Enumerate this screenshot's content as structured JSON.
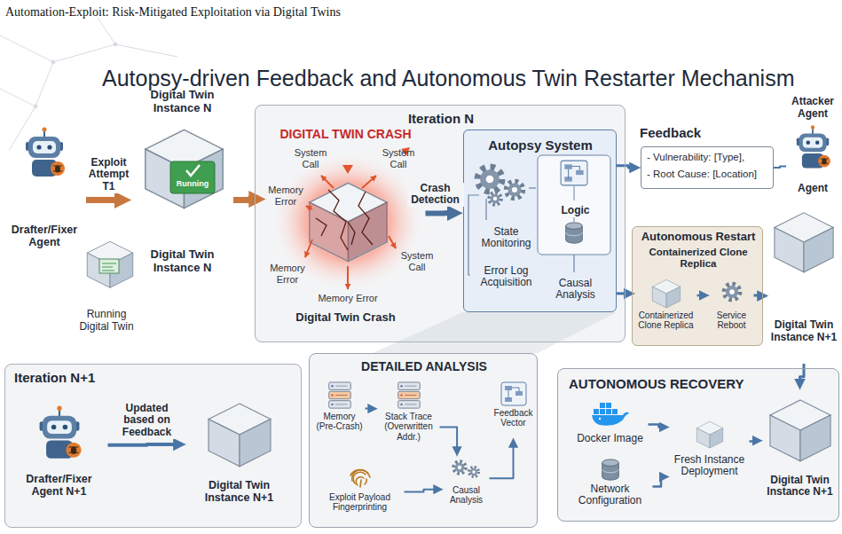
{
  "diagram": {
    "title": "Autopsy-driven Feedback and Autonomous Twin Restarter Mechanism",
    "caption": "Automation-Exploit: Risk-Mitigated Exploitation via Digital Twins",
    "nodes": [
      {
        "text": [
          "Drafter/Fixer Agent"
        ]
      },
      {
        "text": [
          "Digital Twin Instance N",
          "Running",
          "Digital Twin Instance N"
        ]
      },
      {
        "text": [
          "Running Digital Twin"
        ]
      },
      {
        "text": [
          "Iteration N"
        ]
      },
      {
        "text": [
          "DIGITAL TWIN CRASH",
          "Digital Twin Crash"
        ],
        "in": 3
      },
      {
        "text": [
          "Autopsy System",
          "State Monitoring",
          "Error Log Acquisition",
          "Logic",
          "Causal Analysis"
        ],
        "in": 3
      },
      {
        "text": [
          "Feedback",
          "- Vulnerability: [Type],",
          "- Root Cause: [Location]"
        ]
      },
      {
        "text": [
          "Attacker Agent",
          "Agent"
        ]
      },
      {
        "text": [
          "Autonomous Restart",
          "Containerized Clone Replica"
        ]
      },
      {
        "text": [
          "Containerized Clone Replica"
        ],
        "in": 8
      },
      {
        "text": [
          "Service Reboot"
        ],
        "in": 8
      },
      {
        "text": [
          "Digital Twin Instance N+1"
        ]
      },
      {
        "text": [
          "Iteration N+1"
        ]
      },
      {
        "text": [
          "Drafter/Fixer Agent N+1"
        ],
        "in": 12
      },
      {
        "text": [
          "Digital Twin Instance N+1"
        ],
        "in": 12
      },
      {
        "text": [
          "DETAILED ANALYSIS"
        ]
      },
      {
        "text": [
          "Memory (Pre-Crash)"
        ],
        "in": 15
      },
      {
        "text": [
          "Stack Trace (Overwritten Addr.)"
        ],
        "in": 15
      },
      {
        "text": [
          "Exploit Payload Fingerprinting"
        ],
        "in": 15
      },
      {
        "text": [
          "Causal Analysis"
        ],
        "in": 15
      },
      {
        "text": [
          "Feedback Vector"
        ],
        "in": 15
      },
      {
        "text": [
          "AUTONOMOUS RECOVERY"
        ]
      },
      {
        "text": [
          "Docker Image"
        ],
        "in": 21
      },
      {
        "text": [
          "Network Configuration"
        ],
        "in": 21
      },
      {
        "text": [
          "Fresh Instance Deployment"
        ],
        "in": 21
      },
      {
        "text": [
          "Digital Twin Instance N+1"
        ],
        "in": 21
      }
    ],
    "edges": [
      {
        "from": 0,
        "to": 1,
        "label": "Exploit Attempt T1",
        "arrow": "to"
      },
      {
        "from": 1,
        "to": 4,
        "arrow": "to"
      },
      {
        "from": 4,
        "to": 5,
        "label": "Crash Detection",
        "arrow": "to"
      },
      {
        "from": 5,
        "to": 6,
        "arrow": "to"
      },
      {
        "from": 6,
        "to": 7,
        "arrow": "none"
      },
      {
        "from": 5,
        "to": 9,
        "arrow": "to"
      },
      {
        "from": 9,
        "to": 10,
        "arrow": "to"
      },
      {
        "from": 10,
        "to": 11,
        "arrow": "to"
      },
      {
        "from": 11,
        "to": 25,
        "arrow": "to"
      },
      {
        "from": 13,
        "to": 14,
        "label": "Updated based on Feedback",
        "arrow": "to"
      },
      {
        "from": 16,
        "to": 17,
        "arrow": "to"
      },
      {
        "from": 17,
        "to": 19,
        "arrow": "to"
      },
      {
        "from": 18,
        "to": 19,
        "arrow": "to"
      },
      {
        "from": 19,
        "to": 20,
        "arrow": "to"
      },
      {
        "from": 22,
        "to": 24,
        "arrow": "to"
      },
      {
        "from": 23,
        "to": 24,
        "arrow": "to"
      },
      {
        "from": 24,
        "to": 25,
        "arrow": "to"
      }
    ],
    "labels": [
      "System Call",
      "System Call",
      "Memory Error",
      "Memory Error",
      "Memory Error",
      "System Call"
    ]
  }
}
